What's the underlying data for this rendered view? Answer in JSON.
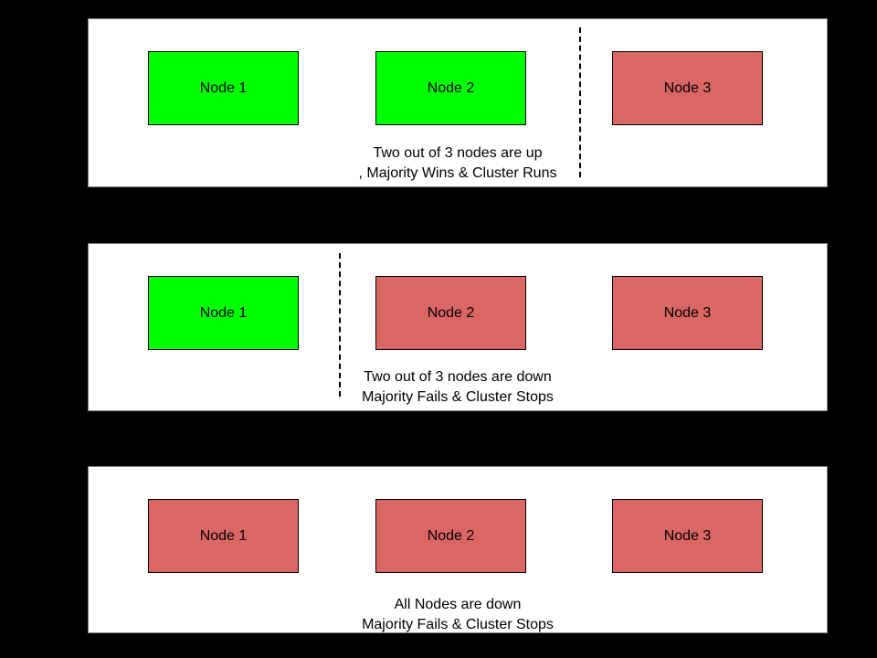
{
  "colors": {
    "background": "#000000",
    "panel_bg": "#ffffff",
    "panel_border": "#808080",
    "node_border": "#000000",
    "node_up": "#00ff00",
    "node_down": "#db6764",
    "divider": "#000000",
    "text": "#000000"
  },
  "panels": [
    {
      "nodes": [
        {
          "label": "Node 1",
          "state": "up"
        },
        {
          "label": "Node 2",
          "state": "up"
        },
        {
          "label": "Node 3",
          "state": "down"
        }
      ],
      "divider": "dashed line between Node 2 and Node 3",
      "caption": {
        "line1": "Two out of 3 nodes are up",
        "line2": ", Majority Wins & Cluster Runs"
      }
    },
    {
      "nodes": [
        {
          "label": "Node 1",
          "state": "up"
        },
        {
          "label": "Node 2",
          "state": "down"
        },
        {
          "label": "Node 3",
          "state": "down"
        }
      ],
      "divider": "dashed line between Node 1 and Node 2",
      "caption": {
        "line1": "Two out of 3 nodes are down",
        "line2": "Majority Fails & Cluster Stops"
      }
    },
    {
      "nodes": [
        {
          "label": "Node 1",
          "state": "down"
        },
        {
          "label": "Node 2",
          "state": "down"
        },
        {
          "label": "Node 3",
          "state": "down"
        }
      ],
      "divider": null,
      "caption": {
        "line1": "All Nodes are down",
        "line2": "Majority Fails & Cluster Stops"
      }
    }
  ]
}
